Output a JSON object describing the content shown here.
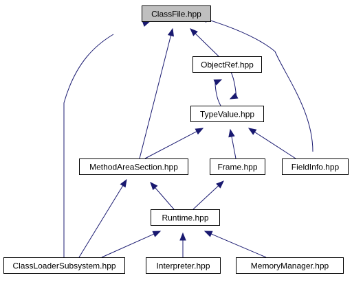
{
  "graph": {
    "edge_color": "#191970",
    "root_fill": "#bfbfbf",
    "nodes": [
      {
        "id": "classfile",
        "label": "ClassFile.hpp",
        "root": true
      },
      {
        "id": "objectref",
        "label": "ObjectRef.hpp"
      },
      {
        "id": "typevalue",
        "label": "TypeValue.hpp"
      },
      {
        "id": "methodarea",
        "label": "MethodAreaSection.hpp"
      },
      {
        "id": "frame",
        "label": "Frame.hpp"
      },
      {
        "id": "fieldinfo",
        "label": "FieldInfo.hpp"
      },
      {
        "id": "runtime",
        "label": "Runtime.hpp"
      },
      {
        "id": "classloader",
        "label": "ClassLoaderSubsystem.hpp"
      },
      {
        "id": "interpreter",
        "label": "Interpreter.hpp"
      },
      {
        "id": "memorymanager",
        "label": "MemoryManager.hpp"
      }
    ],
    "edges": [
      {
        "from": "objectref",
        "to": "classfile"
      },
      {
        "from": "methodarea",
        "to": "classfile"
      },
      {
        "from": "fieldinfo",
        "to": "classfile"
      },
      {
        "from": "classloader",
        "to": "classfile"
      },
      {
        "from": "typevalue",
        "to": "objectref"
      },
      {
        "from": "objectref",
        "to": "typevalue"
      },
      {
        "from": "methodarea",
        "to": "typevalue"
      },
      {
        "from": "frame",
        "to": "typevalue"
      },
      {
        "from": "fieldinfo",
        "to": "typevalue"
      },
      {
        "from": "runtime",
        "to": "methodarea"
      },
      {
        "from": "classloader",
        "to": "methodarea"
      },
      {
        "from": "runtime",
        "to": "frame"
      },
      {
        "from": "classloader",
        "to": "runtime"
      },
      {
        "from": "interpreter",
        "to": "runtime"
      },
      {
        "from": "memorymanager",
        "to": "runtime"
      }
    ]
  }
}
